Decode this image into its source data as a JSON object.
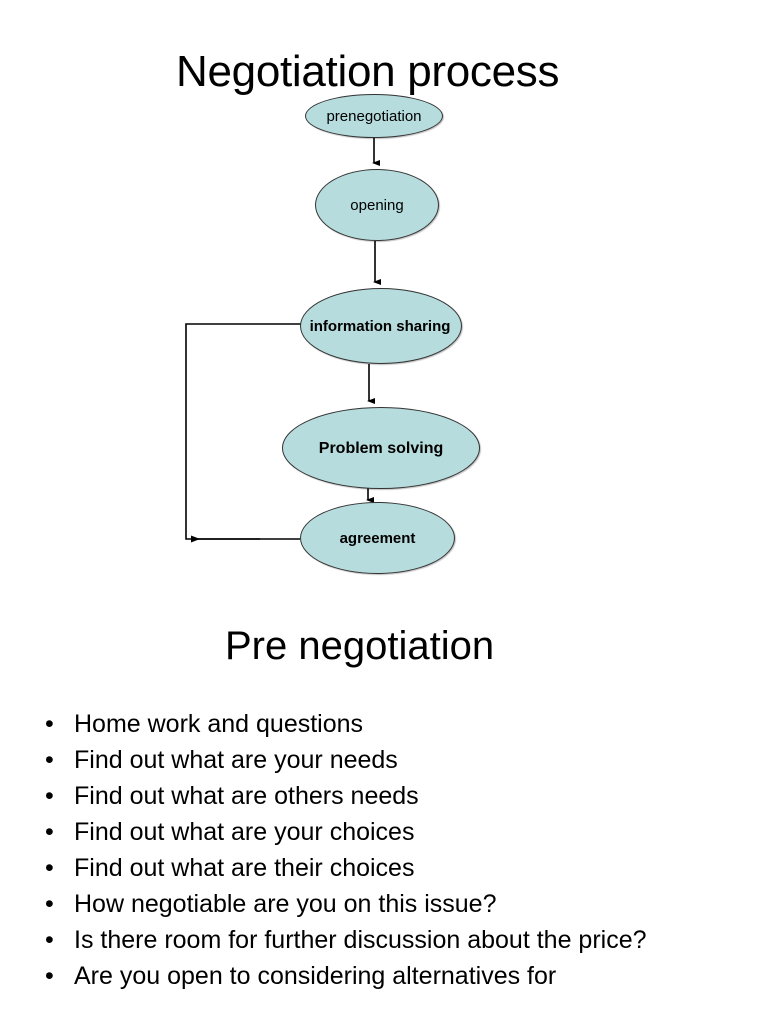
{
  "slide_one": {
    "title": "Negotiation process",
    "flowchart": {
      "type": "flowchart",
      "shape": "ellipse",
      "fill_color": "#b6dcdd",
      "stroke_color": "#333333",
      "nodes": [
        {
          "id": "prenegotiation",
          "label": "prenegotiation"
        },
        {
          "id": "opening",
          "label": "opening"
        },
        {
          "id": "information_sharing",
          "label": "information sharing"
        },
        {
          "id": "problem_solving",
          "label": "Problem solving"
        },
        {
          "id": "agreement",
          "label": "agreement"
        }
      ],
      "edges": [
        {
          "from": "prenegotiation",
          "to": "opening",
          "style": "straight-down-arrow"
        },
        {
          "from": "opening",
          "to": "information_sharing",
          "style": "straight-down-arrow"
        },
        {
          "from": "information_sharing",
          "to": "problem_solving",
          "style": "straight-down-arrow"
        },
        {
          "from": "problem_solving",
          "to": "agreement",
          "style": "straight-down-arrow"
        },
        {
          "from": "agreement",
          "to": "information_sharing",
          "style": "feedback-loop-left"
        }
      ]
    }
  },
  "slide_two": {
    "heading": "Pre negotiation",
    "bullet_marker": "•",
    "bullets": [
      "Home work and questions",
      "Find out what are your needs",
      "Find out what are others needs",
      "Find out what are your choices",
      "Find out what are their choices",
      "How negotiable are you on this issue?",
      "Is there room for further discussion about the price?",
      "Are you open to considering alternatives for"
    ]
  }
}
